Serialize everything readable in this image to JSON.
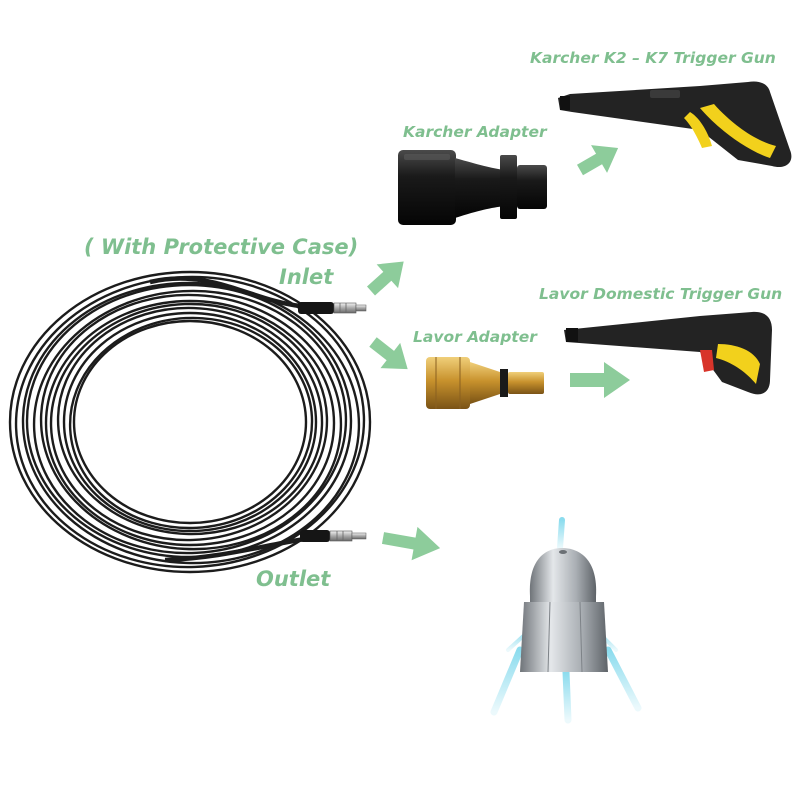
{
  "labels": {
    "karcher_gun": "Karcher K2 – K7 Trigger Gun",
    "karcher_adapter": "Karcher Adapter",
    "protective_case": "( With Protective Case)",
    "inlet": "Inlet",
    "lavor_gun": "Lavor Domestic Trigger Gun",
    "lavor_adapter": "Lavor Adapter",
    "outlet": "Outlet"
  },
  "colors": {
    "label_green": "#7fbf8f",
    "arrow_green": "#8dcc9b",
    "hose_black": "#1c1c1c",
    "trigger_yellow": "#f2d11c",
    "brass": "#c8922d",
    "steel": "#a9aeb3",
    "spray_cyan": "#7fd8ec"
  },
  "icons": [
    "hose-coil-icon",
    "karcher-adapter-icon",
    "lavor-adapter-icon",
    "karcher-trigger-gun-icon",
    "lavor-trigger-gun-icon",
    "sewer-nozzle-icon",
    "arrow-icon"
  ]
}
